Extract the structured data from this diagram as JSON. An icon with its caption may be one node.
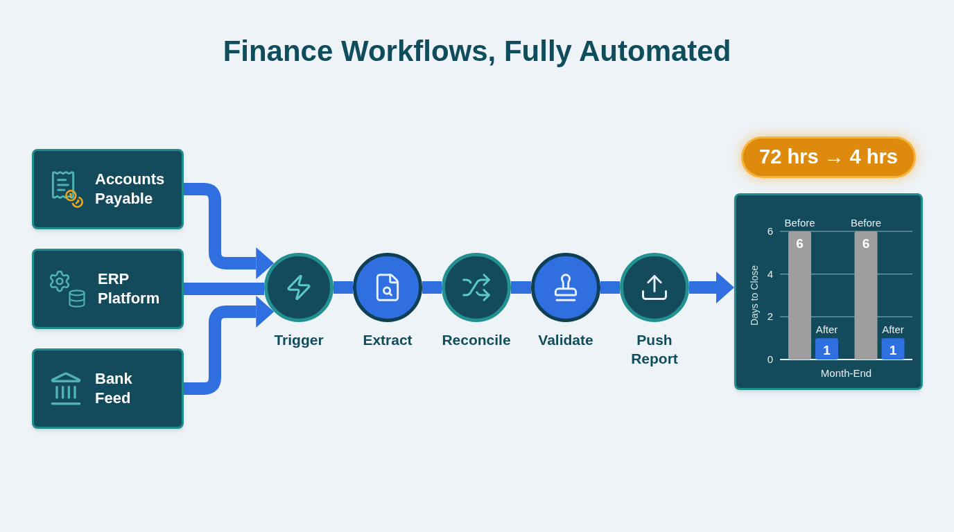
{
  "diagram": {
    "title": "Finance Workflows, Fully Automated",
    "nodes": [
      {
        "text": [
          "Accounts Payable"
        ]
      },
      {
        "text": [
          "ERP Platform"
        ]
      },
      {
        "text": [
          "Bank Feed"
        ]
      },
      {
        "text": [
          "Trigger"
        ]
      },
      {
        "text": [
          "Extract"
        ]
      },
      {
        "text": [
          "Reconcile"
        ]
      },
      {
        "text": [
          "Validate"
        ]
      },
      {
        "text": [
          "Push Report"
        ]
      },
      {
        "text": [
          "72 hrs → 4 hrs"
        ]
      },
      {
        "text": [],
        "shape": "box"
      }
    ],
    "edges": [
      {
        "from": 0,
        "to": 3,
        "arrow": "to"
      },
      {
        "from": 1,
        "to": 3,
        "arrow": "none"
      },
      {
        "from": 2,
        "to": 3,
        "arrow": "to"
      },
      {
        "from": 3,
        "to": 4,
        "arrow": "none"
      },
      {
        "from": 4,
        "to": 5,
        "arrow": "none"
      },
      {
        "from": 5,
        "to": 6,
        "arrow": "none"
      },
      {
        "from": 6,
        "to": 7,
        "arrow": "none"
      },
      {
        "from": 7,
        "to": 9,
        "arrow": "to"
      }
    ],
    "chart_data": {
      "type": "bar",
      "xlabel": "Month-End",
      "ylabel": "Days to Close",
      "ylim": [
        0,
        6
      ],
      "yticks": [
        0,
        2,
        4,
        6
      ],
      "data_labels": true,
      "series": [
        {
          "name": "Before",
          "color": "#9e9e9e",
          "values": [
            6,
            6
          ]
        },
        {
          "name": "After",
          "color": "#2f6fe0",
          "values": [
            1,
            1
          ]
        }
      ]
    }
  }
}
